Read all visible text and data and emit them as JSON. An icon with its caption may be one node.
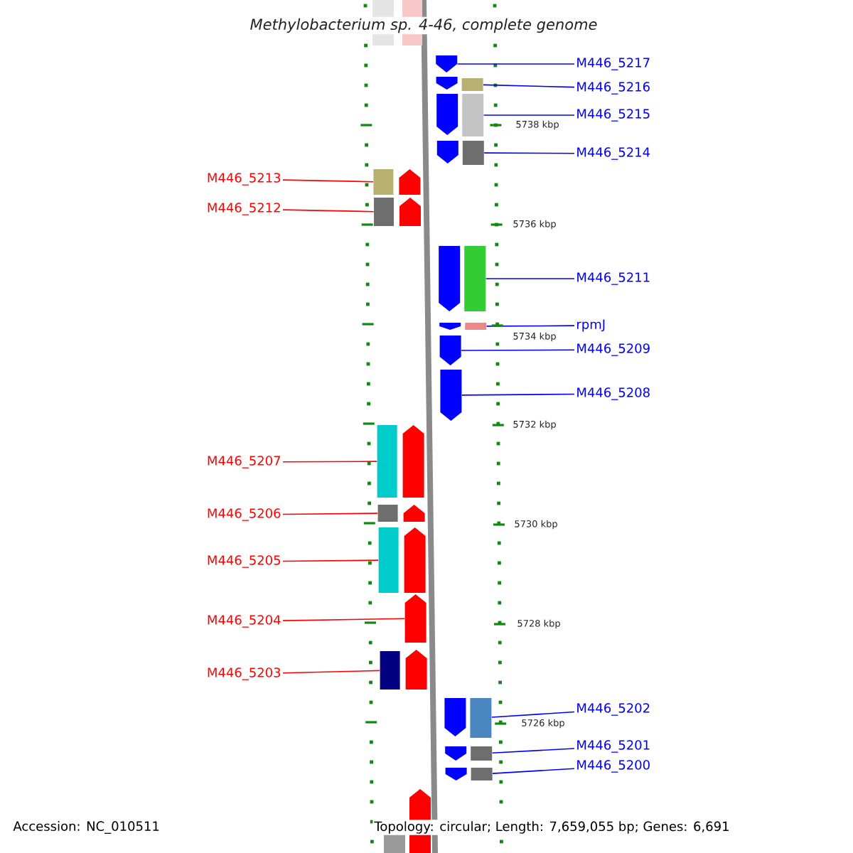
{
  "diagram": {
    "title": "Methylobacterium sp. 4-46, complete genome",
    "nodes": [
      {
        "text": [
          "M446_5217"
        ]
      },
      {
        "text": [],
        "shape": "pentagon"
      },
      {
        "text": [
          "M446_5216"
        ]
      },
      {
        "text": [],
        "shape": "box"
      },
      {
        "text": [
          "M446_5215"
        ]
      },
      {
        "text": [],
        "shape": "box"
      },
      {
        "text": [
          "M446_5214"
        ]
      },
      {
        "text": [],
        "shape": "box"
      },
      {
        "text": [
          "M446_5213"
        ]
      },
      {
        "text": [],
        "shape": "box"
      },
      {
        "text": [
          "M446_5212"
        ]
      },
      {
        "text": [],
        "shape": "box"
      },
      {
        "text": [
          "M446_5211"
        ]
      },
      {
        "text": [],
        "shape": "box"
      },
      {
        "text": [
          "rpmJ"
        ]
      },
      {
        "text": [],
        "shape": "box"
      },
      {
        "text": [
          "M446_5209"
        ]
      },
      {
        "text": [],
        "shape": "pentagon"
      },
      {
        "text": [
          "M446_5208"
        ]
      },
      {
        "text": [],
        "shape": "pentagon"
      },
      {
        "text": [
          "M446_5207"
        ]
      },
      {
        "text": [],
        "shape": "box"
      },
      {
        "text": [
          "M446_5206"
        ]
      },
      {
        "text": [],
        "shape": "box"
      },
      {
        "text": [
          "M446_5205"
        ]
      },
      {
        "text": [],
        "shape": "box"
      },
      {
        "text": [
          "M446_5204"
        ]
      },
      {
        "text": [],
        "shape": "pentagon"
      },
      {
        "text": [
          "M446_5203"
        ]
      },
      {
        "text": [],
        "shape": "box"
      },
      {
        "text": [
          "M446_5202"
        ]
      },
      {
        "text": [],
        "shape": "box"
      },
      {
        "text": [
          "M446_5201"
        ]
      },
      {
        "text": [],
        "shape": "box"
      },
      {
        "text": [
          "M446_5200"
        ]
      },
      {
        "text": [],
        "shape": "box"
      }
    ],
    "edges": [
      {
        "from": 0,
        "to": 1,
        "arrow": "none",
        "color": "#0000ff"
      },
      {
        "from": 2,
        "to": 3,
        "arrow": "none",
        "color": "#0000ff"
      },
      {
        "from": 4,
        "to": 5,
        "arrow": "none",
        "color": "#0000ff"
      },
      {
        "from": 6,
        "to": 7,
        "arrow": "none",
        "color": "#0000ff"
      },
      {
        "from": 8,
        "to": 9,
        "arrow": "none",
        "color": "#ff0000"
      },
      {
        "from": 10,
        "to": 11,
        "arrow": "none",
        "color": "#ff0000"
      },
      {
        "from": 12,
        "to": 13,
        "arrow": "none",
        "color": "#0000ff"
      },
      {
        "from": 14,
        "to": 15,
        "arrow": "none",
        "color": "#0000ff"
      },
      {
        "from": 16,
        "to": 17,
        "arrow": "none",
        "color": "#0000ff"
      },
      {
        "from": 18,
        "to": 19,
        "arrow": "none",
        "color": "#0000ff"
      },
      {
        "from": 20,
        "to": 21,
        "arrow": "none",
        "color": "#ff0000"
      },
      {
        "from": 22,
        "to": 23,
        "arrow": "none",
        "color": "#ff0000"
      },
      {
        "from": 24,
        "to": 25,
        "arrow": "none",
        "color": "#ff0000"
      },
      {
        "from": 26,
        "to": 27,
        "arrow": "none",
        "color": "#ff0000"
      },
      {
        "from": 28,
        "to": 29,
        "arrow": "none",
        "color": "#ff0000"
      },
      {
        "from": 30,
        "to": 31,
        "arrow": "none",
        "color": "#0000ff"
      },
      {
        "from": 32,
        "to": 33,
        "arrow": "none",
        "color": "#0000ff"
      },
      {
        "from": 34,
        "to": 35,
        "arrow": "none",
        "color": "#0000ff"
      }
    ],
    "labels": [
      "5738 kbp",
      "5736 kbp",
      "5734 kbp",
      "5732 kbp",
      "5730 kbp",
      "5728 kbp",
      "5726 kbp",
      "Accession: NC_010511",
      "Topology: circular; Length: 7,659,055 bp; Genes: 6,691"
    ]
  }
}
